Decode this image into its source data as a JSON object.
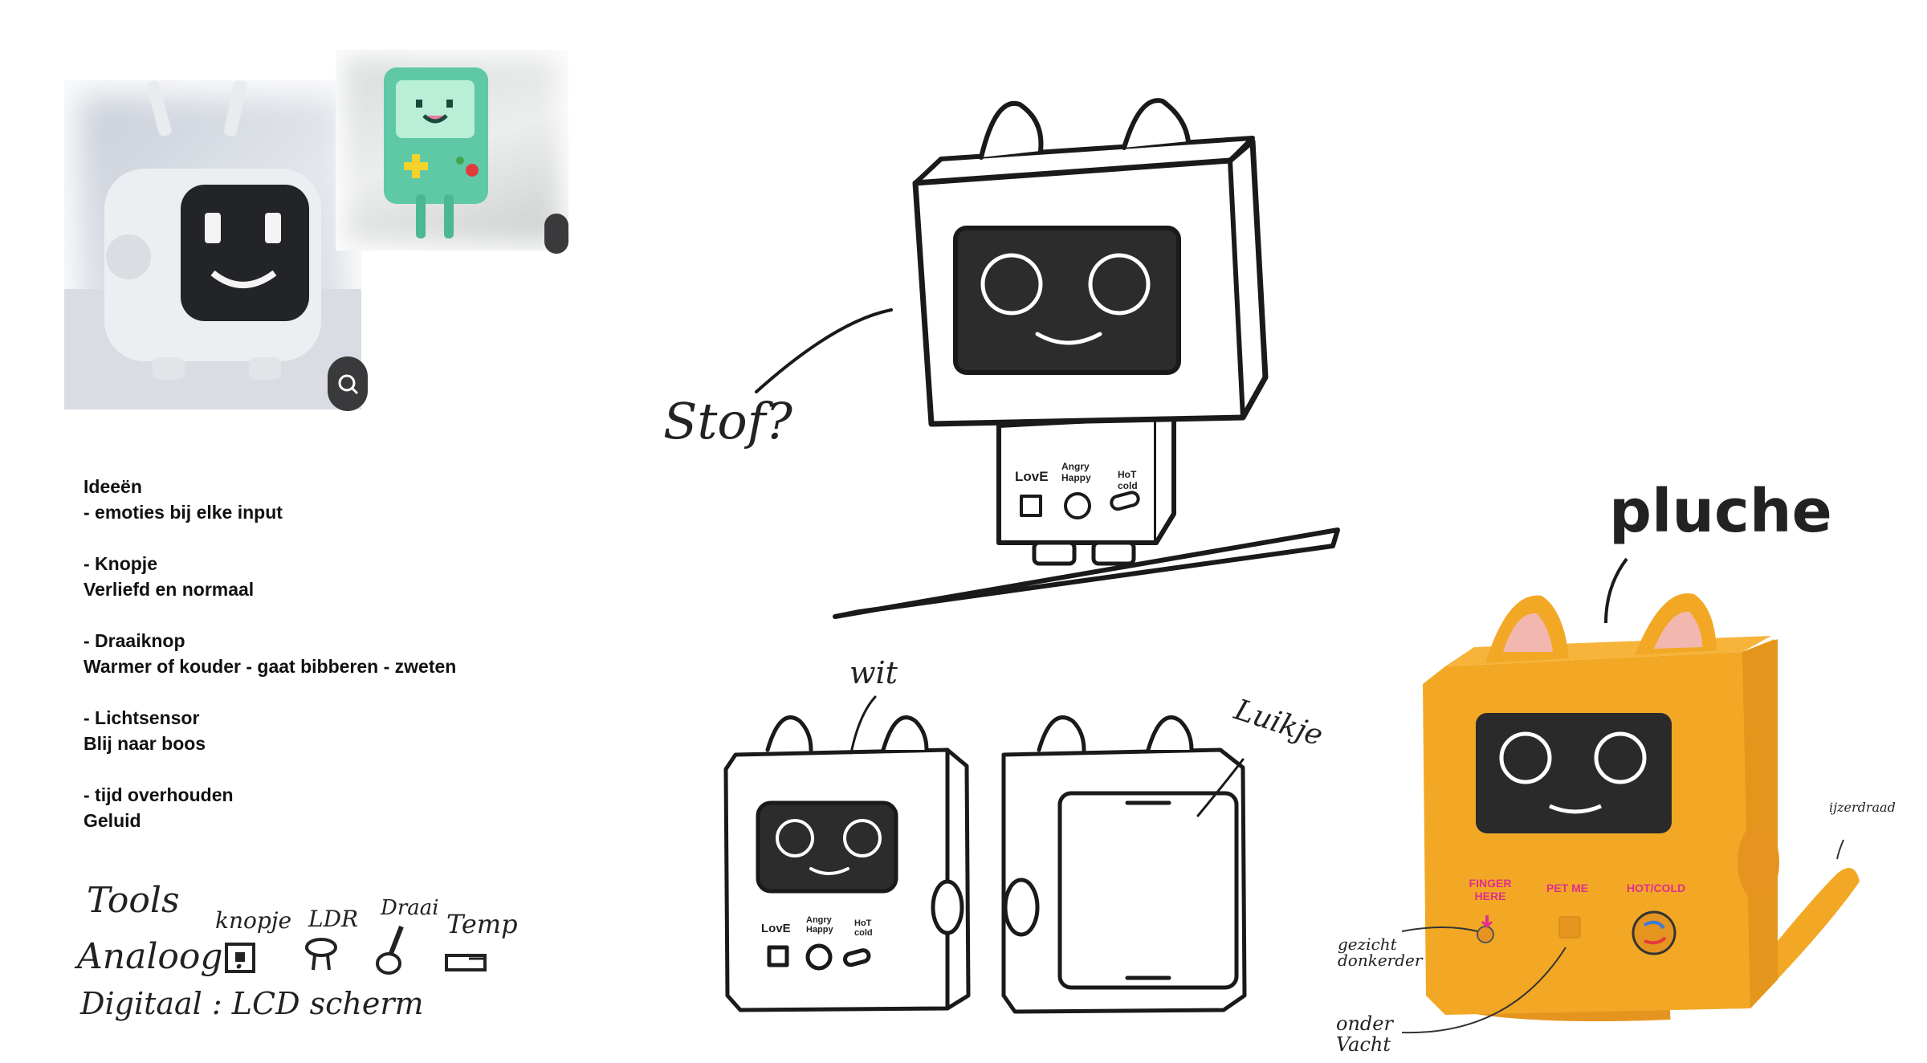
{
  "notes": {
    "lines": [
      "Ideeën",
      "- emoties bij elke input",
      "",
      "- Knopje",
      "Verliefd en normaal",
      "",
      "- Draaiknop",
      "Warmer of kouder - gaat bibberen - zweten",
      "",
      "- Lichtsensor",
      "Blij naar boos",
      "",
      "- tijd overhouden",
      "Geluid"
    ]
  },
  "tools": {
    "title": "Tools",
    "analog": "Analoog :",
    "digital": "Digitaal : LCD scherm",
    "knopje": "knopje",
    "ldr": "LDR",
    "draai": "Draai",
    "temp": "Temp"
  },
  "sketch_main": {
    "stof": "Stof?",
    "love": "LovE",
    "angry_happy": "Angry Happy",
    "hot_cold": "HoT cold"
  },
  "sketch_views": {
    "wit": "wit",
    "luikje": "Luikje",
    "love": "LovE",
    "angry_happy": "Angry Happy",
    "hot_cold": "HoT cold"
  },
  "color_render": {
    "pluche": "pluche",
    "finger_here": "FINGER HERE",
    "pet_me": "PET ME",
    "hot_cold": "HOT/COLD",
    "ijzerdraad": "ijzerdraad",
    "gezicht": "gezicht donkerder",
    "onder_vacht": "onder Vacht",
    "label_color": "#e0308a",
    "fur_color": "#f2a825"
  }
}
